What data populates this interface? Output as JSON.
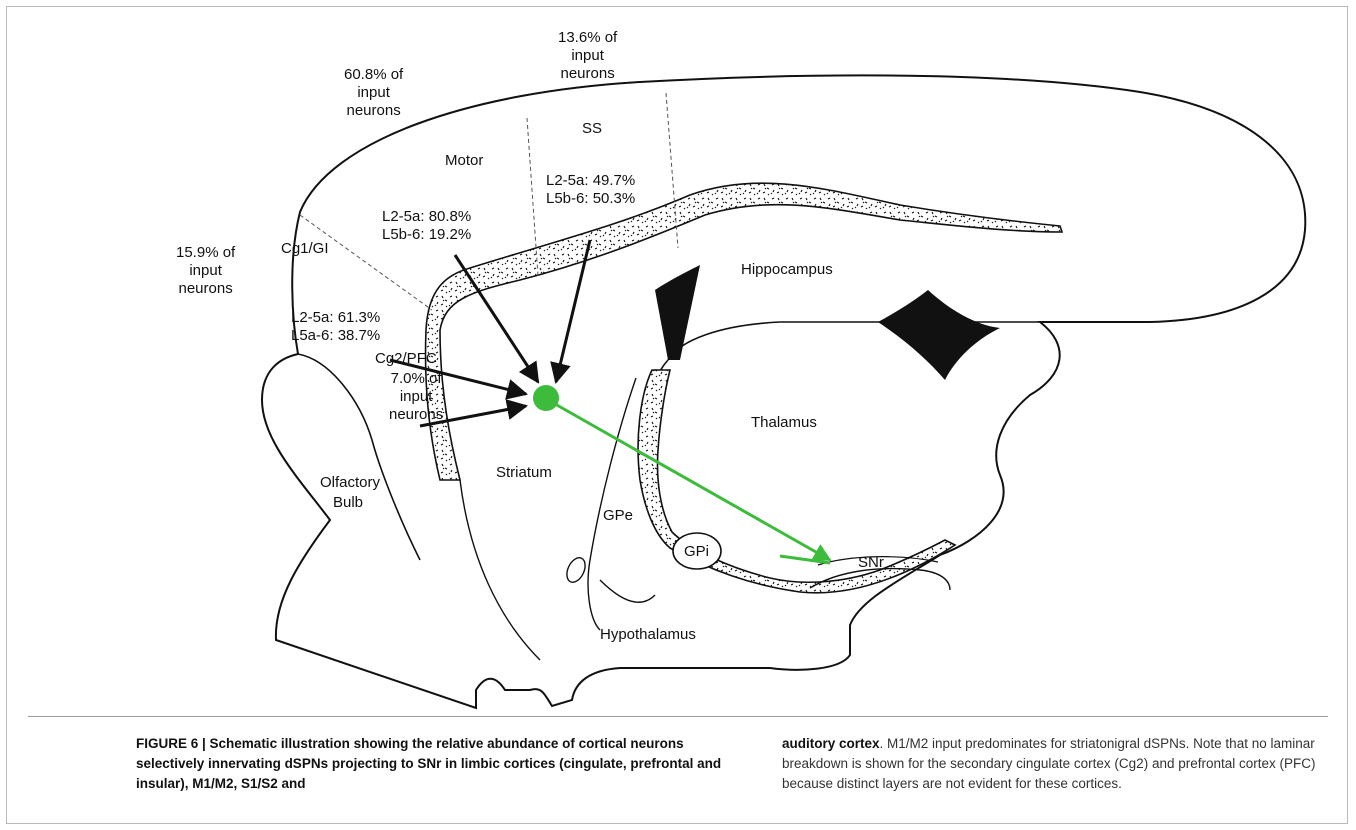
{
  "figure": {
    "regions": {
      "motor": "Motor",
      "ss": "SS",
      "cg1_gi": "Cg1/GI",
      "cg2_pfc": "Cg2/PFC",
      "olfactory_bulb_1": "Olfactory",
      "olfactory_bulb_2": "Bulb",
      "striatum": "Striatum",
      "gpe": "GPe",
      "gpi": "GPi",
      "snr": "SNr",
      "hippocampus": "Hippocampus",
      "thalamus": "Thalamus",
      "hypothalamus": "Hypothalamus"
    },
    "percent_labels": {
      "motor": [
        "60.8% of",
        "input",
        "neurons"
      ],
      "ss": [
        "13.6% of",
        "input",
        "neurons"
      ],
      "cg1": [
        "15.9% of",
        "input",
        "neurons"
      ],
      "cg2": [
        "7.0% of",
        "input",
        "neurons"
      ]
    },
    "laminar": {
      "motor": [
        "L2-5a: 80.8%",
        "L5b-6: 19.2%"
      ],
      "ss": [
        "L2-5a: 49.7%",
        "L5b-6: 50.3%"
      ],
      "cg1": [
        "L2-5a: 61.3%",
        "L5a-6: 38.7%"
      ]
    },
    "colors": {
      "outline": "#111111",
      "projection_green": "#3dbb3a",
      "caption_rule": "#9a9a9a"
    }
  },
  "caption": {
    "label": "FIGURE 6 | Schematic illustration showing the relative abundance of cortical neurons selectively innervating dSPNs projecting to SNr in limbic cortices (cingulate, prefrontal and insular), M1/M2, S1/S2 and",
    "label_cont": "auditory cortex",
    "body": ". M1/M2 input predominates for striatonigral dSPNs. Note that no laminar breakdown is shown for the secondary cingulate cortex (Cg2) and prefrontal cortex (PFC) because distinct layers are not evident for these cortices."
  }
}
